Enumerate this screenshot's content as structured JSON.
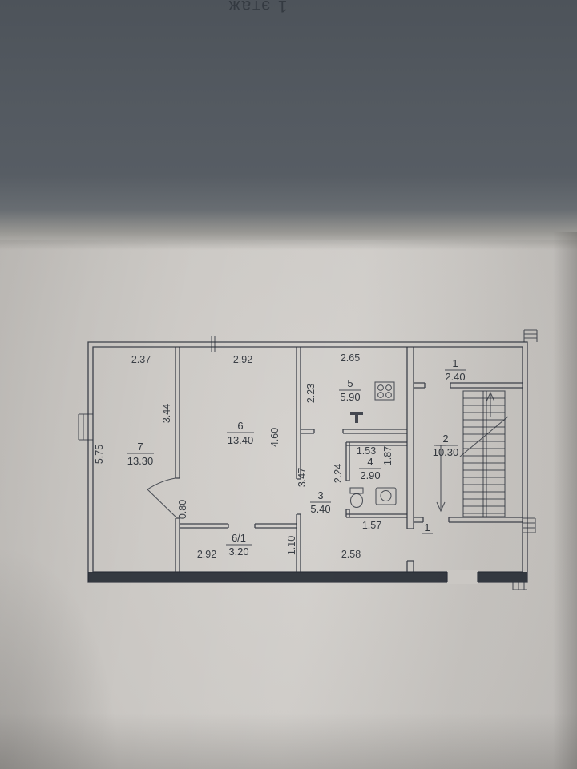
{
  "photo": {
    "rotated_caption": "1 этаж",
    "paper_color": "#cac7c3",
    "shadow_color": "#545a61",
    "ink_color": "#2a2f39"
  },
  "plan": {
    "rooms": {
      "r7": {
        "num": "7",
        "area": "13.30"
      },
      "r6": {
        "num": "6",
        "area": "13.40"
      },
      "r61": {
        "num": "6/1",
        "area": "3.20"
      },
      "r5": {
        "num": "5",
        "area": "5.90"
      },
      "r4": {
        "num": "4",
        "area": "2.90"
      },
      "r3": {
        "num": "3",
        "area": "5.40"
      },
      "r1t": {
        "num": "1",
        "area": "2.40"
      },
      "r2": {
        "num": "2",
        "area": "10.30"
      },
      "r1b": {
        "num": "1"
      }
    },
    "dims": {
      "d237": "2.37",
      "d292top": "2.92",
      "d265": "2.65",
      "d575": "5.75",
      "d344": "3.44",
      "d223": "2.23",
      "d460": "4.60",
      "d347": "3.47",
      "d224": "2.24",
      "d153": "1.53",
      "d187": "1.87",
      "d157": "1.57",
      "d080": "0.80",
      "d110": "1.10",
      "d292bot": "2.92",
      "d258": "2.58"
    },
    "icons": {
      "stove": "stove-burners-icon",
      "toilet": "toilet-icon",
      "sink": "sink-icon",
      "vent": "vent-duct-icon",
      "stairs": "staircase",
      "arrow": "stair-direction-arrow"
    }
  }
}
